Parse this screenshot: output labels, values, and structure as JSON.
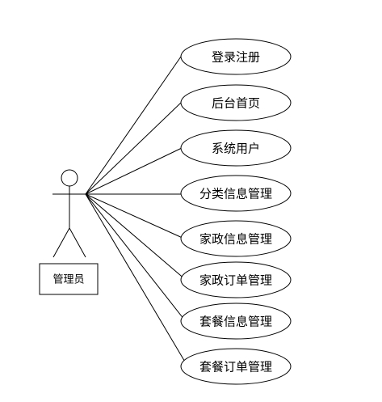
{
  "actor": {
    "label": "管理员"
  },
  "use_cases": [
    {
      "label": "登录注册"
    },
    {
      "label": "后台首页"
    },
    {
      "label": "系统用户"
    },
    {
      "label": "分类信息管理"
    },
    {
      "label": "家政信息管理"
    },
    {
      "label": "家政订单管理"
    },
    {
      "label": "套餐信息管理"
    },
    {
      "label": "套餐订单管理"
    }
  ],
  "colors": {
    "stroke": "#000000",
    "background": "#ffffff"
  }
}
